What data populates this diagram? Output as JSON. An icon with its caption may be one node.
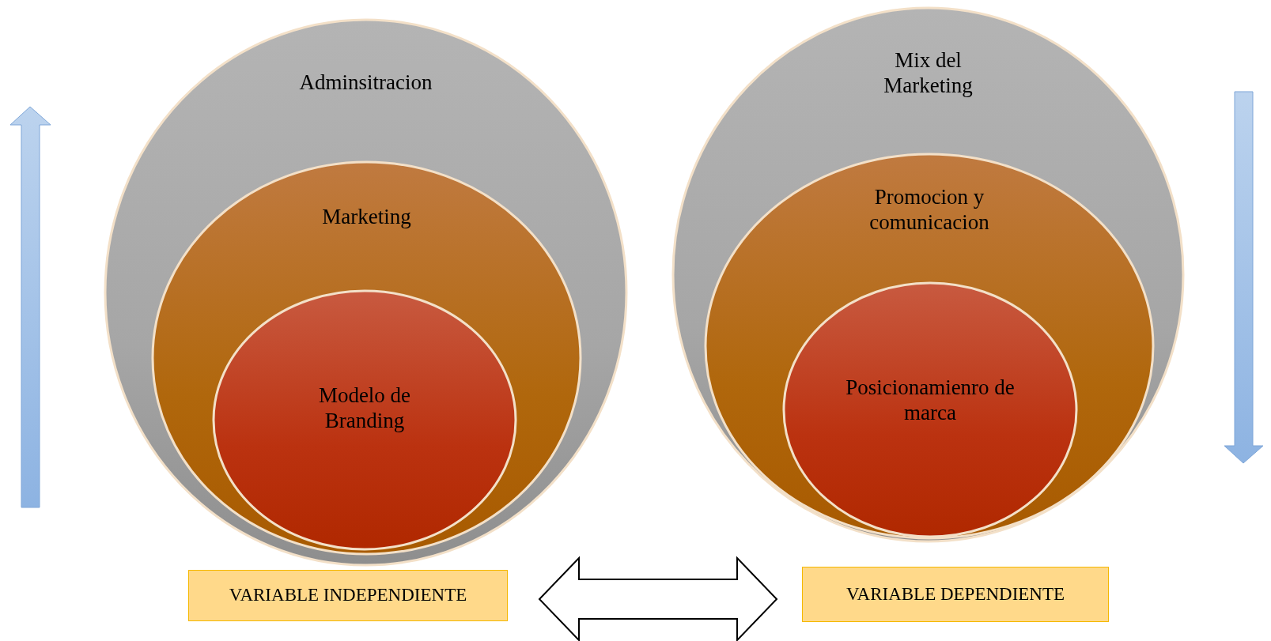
{
  "diagram": {
    "nodes": [
      {
        "text": [
          "Adminsitracion"
        ]
      },
      {
        "text": [
          "Marketing"
        ],
        "in": 0
      },
      {
        "text": [
          "Modelo de Branding"
        ],
        "in": 1
      },
      {
        "text": [
          "Mix del Marketing"
        ]
      },
      {
        "text": [
          "Promocion y comunicacion"
        ],
        "in": 3
      },
      {
        "text": [
          "Posicionamienro de marca"
        ],
        "in": 4
      },
      {
        "text": [
          "VARIABLE INDEPENDIENTE"
        ]
      },
      {
        "text": [
          "VARIABLE DEPENDIENTE"
        ]
      }
    ],
    "edges": [
      {
        "from": 6,
        "to": 7,
        "arrow": "both"
      }
    ]
  }
}
